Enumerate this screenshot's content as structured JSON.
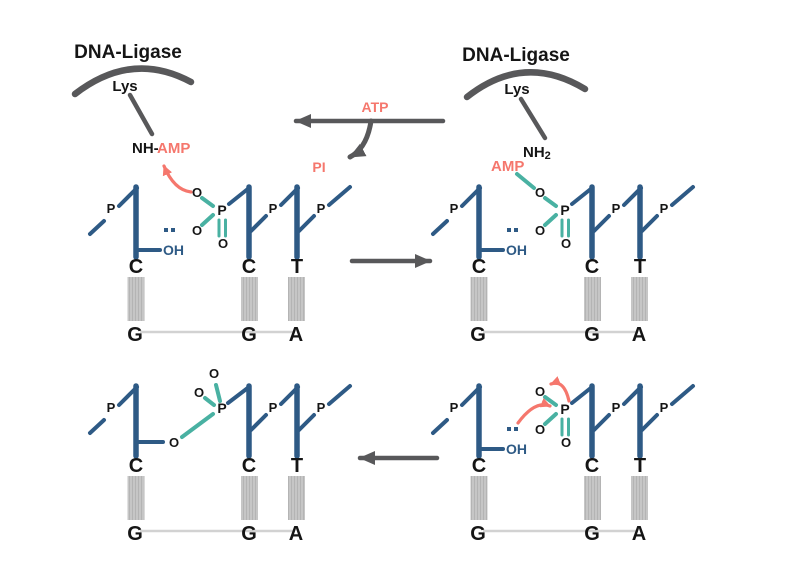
{
  "figure": {
    "description": "DNA ligase nick-sealing mechanism, four-panel cycle"
  },
  "colors": {
    "backbone_blue": "#2e5a85",
    "phosphate_teal": "#49b1a2",
    "highlight_red": "#f5776d",
    "enzyme_gray": "#58585a",
    "base_pair_fill": "#c6c6c6",
    "pair_line_gray": "#d2d2d2",
    "text_black": "#151515"
  },
  "enzyme": {
    "title": "DNA-Ligase",
    "residue": "Lys"
  },
  "labels": {
    "nh": "NH-",
    "amp": "AMP",
    "nh2_main": "NH",
    "nh2_sub": "2",
    "atp": "ATP",
    "pi": "PI",
    "oh": "OH",
    "o": "O",
    "p": "P"
  },
  "panels": {
    "top_left": {
      "bases_top": [
        "C",
        "C",
        "T"
      ],
      "bases_bottom": [
        "G",
        "G",
        "A"
      ]
    },
    "top_right": {
      "bases_top": [
        "C",
        "C",
        "T"
      ],
      "bases_bottom": [
        "G",
        "G",
        "A"
      ]
    },
    "bottom_left": {
      "bases_top": [
        "C",
        "C",
        "T"
      ],
      "bases_bottom": [
        "G",
        "G",
        "A"
      ]
    },
    "bottom_right": {
      "bases_top": [
        "C",
        "C",
        "T"
      ],
      "bases_bottom": [
        "G",
        "G",
        "A"
      ]
    }
  }
}
